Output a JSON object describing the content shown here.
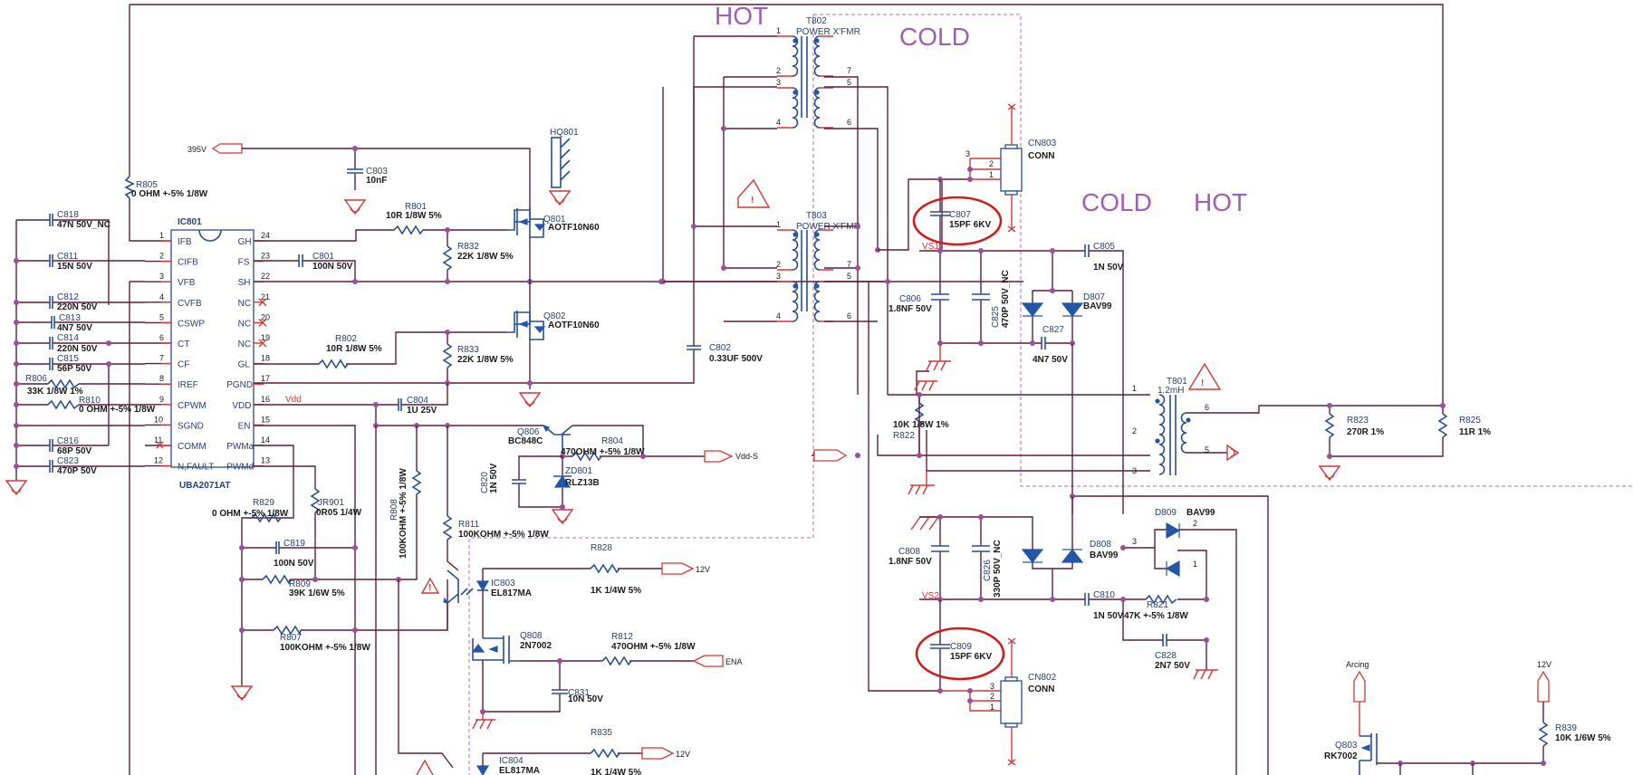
{
  "zones": {
    "hot_top": "HOT",
    "cold_top": "COLD",
    "cold_right": "COLD",
    "hot_right": "HOT"
  },
  "ports": {
    "v395": "395V",
    "vdds": "Vdd-S",
    "v12a": "12V",
    "v12b": "12V",
    "ena": "ENA",
    "arcing": "Arcing",
    "v12c": "12V"
  },
  "nets": {
    "vdd": "Vdd",
    "vs1": "VS1",
    "vs2": "VS2"
  },
  "ic801": {
    "ref": "IC801",
    "part": "UBA2071AT",
    "left_pins": [
      {
        "num": "1",
        "name": "IFB"
      },
      {
        "num": "2",
        "name": "CIFB"
      },
      {
        "num": "3",
        "name": "VFB"
      },
      {
        "num": "4",
        "name": "CVFB"
      },
      {
        "num": "5",
        "name": "CSWP"
      },
      {
        "num": "6",
        "name": "CT"
      },
      {
        "num": "7",
        "name": "CF"
      },
      {
        "num": "8",
        "name": "IREF"
      },
      {
        "num": "9",
        "name": "CPWM"
      },
      {
        "num": "10",
        "name": "SGND"
      },
      {
        "num": "11",
        "name": "COMM"
      },
      {
        "num": "12",
        "name": "N,FAULT"
      }
    ],
    "right_pins": [
      {
        "num": "24",
        "name": "GH"
      },
      {
        "num": "23",
        "name": "FS"
      },
      {
        "num": "22",
        "name": "SH"
      },
      {
        "num": "21",
        "name": "NC"
      },
      {
        "num": "20",
        "name": "NC"
      },
      {
        "num": "19",
        "name": "NC"
      },
      {
        "num": "18",
        "name": "GL"
      },
      {
        "num": "17",
        "name": "PGND"
      },
      {
        "num": "16",
        "name": "VDD"
      },
      {
        "num": "15",
        "name": "EN"
      },
      {
        "num": "14",
        "name": "PWMa"
      },
      {
        "num": "13",
        "name": "PWMd"
      }
    ]
  },
  "components": {
    "R805": {
      "ref": "R805",
      "value": "0 OHM +-5% 1/8W"
    },
    "C818": {
      "ref": "C818",
      "value": "47N 50V_NC"
    },
    "C811": {
      "ref": "C811",
      "value": "15N 50V"
    },
    "C812": {
      "ref": "C812",
      "value": "220N 50V"
    },
    "C813": {
      "ref": "C813",
      "value": "4N7 50V"
    },
    "C814": {
      "ref": "C814",
      "value": "220N 50V"
    },
    "C815": {
      "ref": "C815",
      "value": "56P 50V"
    },
    "R806": {
      "ref": "R806",
      "value": "33K 1/8W 1%"
    },
    "R810": {
      "ref": "R810",
      "value": "0 OHM +-5% 1/8W"
    },
    "C816": {
      "ref": "C816",
      "value": "68P 50V"
    },
    "C823": {
      "ref": "C823",
      "value": "470P 50V"
    },
    "C803": {
      "ref": "C803",
      "value": "10nF"
    },
    "C801": {
      "ref": "C801",
      "value": "100N 50V"
    },
    "R801": {
      "ref": "R801",
      "value": "10R 1/8W 5%"
    },
    "R832": {
      "ref": "R832",
      "value": "22K 1/8W 5%"
    },
    "R802": {
      "ref": "R802",
      "value": "10R 1/8W 5%"
    },
    "R833": {
      "ref": "R833",
      "value": "22K 1/8W 5%"
    },
    "Q801": {
      "ref": "Q801",
      "value": "AOTF10N60"
    },
    "Q802": {
      "ref": "Q802",
      "value": "AOTF10N60"
    },
    "HQ801": {
      "ref": "HQ801"
    },
    "C802": {
      "ref": "C802",
      "value": "0.33UF 500V"
    },
    "C804": {
      "ref": "C804",
      "value": "1U 25V"
    },
    "Q806": {
      "ref": "Q806",
      "value": "BC848C"
    },
    "R804": {
      "ref": "R804",
      "value": "470OHM +-5% 1/8W"
    },
    "C820": {
      "ref": "C820",
      "value": "1N 50V"
    },
    "ZD801": {
      "ref": "ZD801",
      "value": "RLZ13B"
    },
    "R808": {
      "ref": "R808",
      "value": "100KOHM +-5% 1/8W"
    },
    "R811": {
      "ref": "R811",
      "value": "100KOHM +-5% 1/8W"
    },
    "R829": {
      "ref": "R829",
      "value": "0 OHM +-5% 1/8W"
    },
    "JR901": {
      "ref": "JR901",
      "value": "0R05 1/4W"
    },
    "C819": {
      "ref": "C819",
      "value": "100N 50V"
    },
    "R809": {
      "ref": "R809",
      "value": "39K 1/6W 5%"
    },
    "R807": {
      "ref": "R807",
      "value": "100KOHM +-5% 1/8W"
    },
    "R828": {
      "ref": "R828",
      "value": "1K 1/4W 5%"
    },
    "IC803": {
      "ref": "IC803",
      "value": "EL817MA"
    },
    "Q808": {
      "ref": "Q808",
      "value": "2N7002"
    },
    "R812": {
      "ref": "R812",
      "value": "470OHM +-5% 1/8W"
    },
    "C831": {
      "ref": "C831",
      "value": "10N 50V"
    },
    "R835": {
      "ref": "R835",
      "value": "1K 1/4W 5%"
    },
    "IC804": {
      "ref": "IC804",
      "value": "EL817MA"
    },
    "T802": {
      "ref": "T802",
      "value": "POWER X'FMR"
    },
    "T803": {
      "ref": "T803",
      "value": "POWER X'FMR"
    },
    "CN803": {
      "ref": "CN803",
      "value": "CONN"
    },
    "C807": {
      "ref": "C807",
      "value": "15PF 6KV"
    },
    "C805": {
      "ref": "C805",
      "value": "1N 50V"
    },
    "C806": {
      "ref": "C806",
      "value": "1.8NF 50V"
    },
    "C825": {
      "ref": "C825",
      "value": "470P 50V_NC"
    },
    "D807": {
      "ref": "D807",
      "value": "BAV99"
    },
    "C827": {
      "ref": "C827",
      "value": "4N7 50V"
    },
    "R822": {
      "ref": "R822",
      "value": "10K 1/8W 1%"
    },
    "T801": {
      "ref": "T801",
      "value": "1.2mH"
    },
    "R823": {
      "ref": "R823",
      "value": "270R 1%"
    },
    "R825": {
      "ref": "R825",
      "value": "11R 1%"
    },
    "C808": {
      "ref": "C808",
      "value": "1.8NF 50V"
    },
    "C826": {
      "ref": "C826",
      "value": "330P 50V_NC"
    },
    "D808": {
      "ref": "D808",
      "value": "BAV99"
    },
    "D809": {
      "ref": "D809",
      "value": "BAV99"
    },
    "C810": {
      "ref": "C810",
      "value": "1N 50V"
    },
    "R821": {
      "ref": "R821",
      "value": "47K +-5% 1/8W"
    },
    "C828": {
      "ref": "C828",
      "value": "2N7 50V"
    },
    "C809": {
      "ref": "C809",
      "value": "15PF 6KV"
    },
    "CN802": {
      "ref": "CN802",
      "value": "CONN"
    },
    "Q803": {
      "ref": "Q803",
      "value": "RK7002"
    },
    "R839": {
      "ref": "R839",
      "value": "10K 1/6W 5%"
    }
  },
  "pin_labels": {
    "p1": "1",
    "p2": "2",
    "p3": "3",
    "p4": "4",
    "p5": "5",
    "p6": "6",
    "p7": "7"
  }
}
